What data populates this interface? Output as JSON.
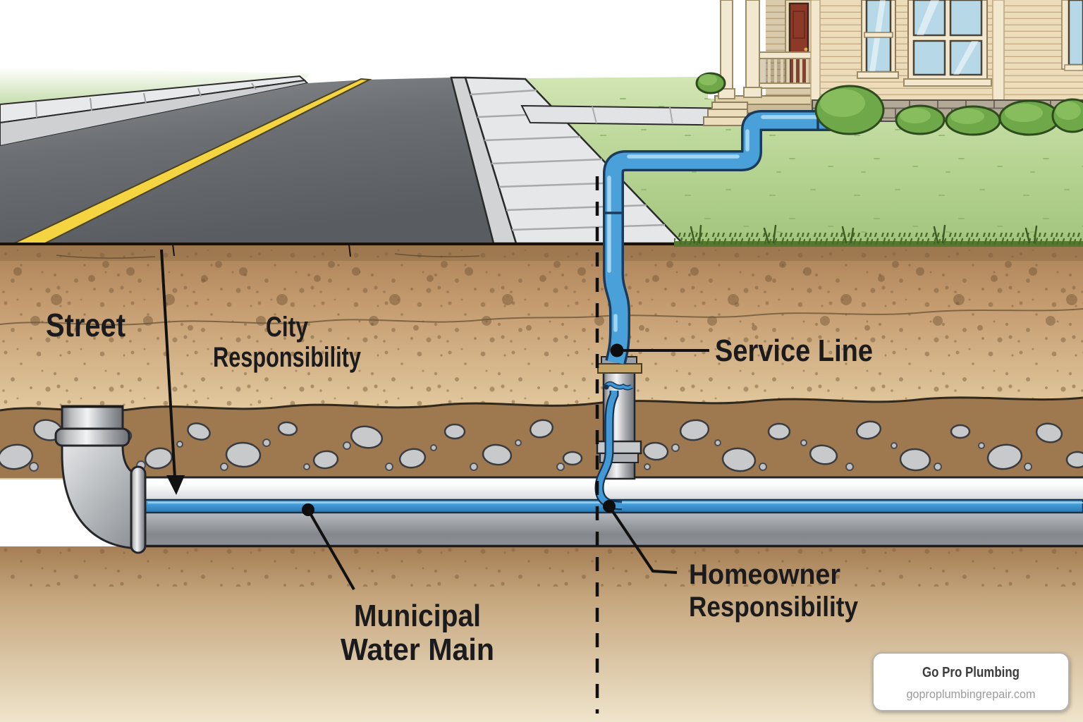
{
  "labels": {
    "street": "Street",
    "city": {
      "line1": "City",
      "line2": "Responsibility"
    },
    "service_line": "Service Line",
    "homeowner": {
      "line1": "Homeowner",
      "line2": "Responsibility"
    },
    "municipal": {
      "line1": "Municipal",
      "line2": "Water Main"
    }
  },
  "badge": {
    "title": "Go Pro Plumbing",
    "website": "goproplumbingrepair.com"
  },
  "colors": {
    "service_pipe_blue": "#4aa0d9",
    "water_main_gray": "#aeb1b5",
    "soil_brown": "#cda97c",
    "gravel_brown": "#9e7950",
    "road_asphalt": "#64676b",
    "lane_line_yellow": "#f4d441",
    "lawn_green": "#b7d493",
    "sidewalk_gray": "#e6e7e8",
    "house_siding_cream": "#ecdcba",
    "door_red": "#8c3a27",
    "label_text": "#1b1b1d",
    "badge_title_text": "#3c3c3c",
    "badge_url_text": "#9b9b9b"
  }
}
